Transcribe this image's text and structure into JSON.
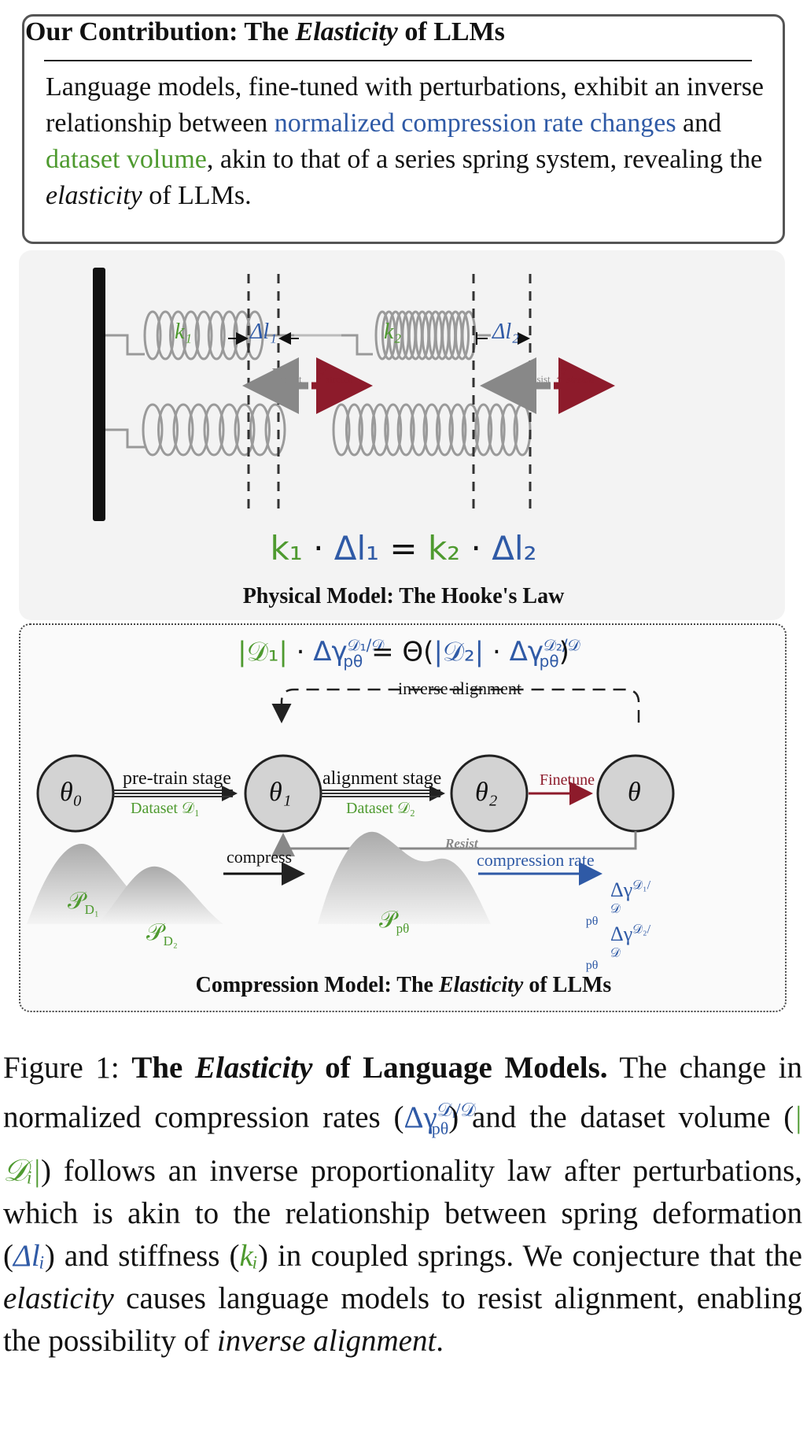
{
  "contribution": {
    "title_prefix": "Our Contribution: The ",
    "title_em": "Elasticity",
    "title_suffix": " of LLMs",
    "body_1": "Language models, fine-tuned with perturbations, exhibit an inverse relationship between ",
    "body_blue": "normalized compression rate changes",
    "body_2": " and ",
    "body_green": "dataset volume",
    "body_3": ", akin to that of a series spring system, revealing the ",
    "body_em": "elasticity",
    "body_4": " of LLMs.",
    "colors": {
      "blue": "#2f5aa6",
      "green": "#4e9a2f"
    }
  },
  "physical_model": {
    "label_k1": "k₁",
    "label_k2": "k₂",
    "label_dl1": "Δl₁",
    "label_dl2": "Δl₂",
    "f_resist": "F",
    "f_resist_sub": "resist",
    "f_stretch": "F",
    "f_stretch_sub": "stretch",
    "eq_k1": "k₁",
    "eq_dot": "·",
    "eq_dl1": "Δl₁",
    "eq_equals": "=",
    "eq_k2": "k₂",
    "eq_dl2": "Δl₂",
    "caption": "Physical Model: The Hooke's Law",
    "colors": {
      "stretch": "#8d1b2b",
      "resist": "#888888"
    }
  },
  "compression_model": {
    "eq_left": "|𝒟₁|",
    "eq_gamma1": "Δγ",
    "eq_sup1": "𝒟₁/𝒟",
    "eq_sub": "pθ",
    "eq_mid": "= Θ(",
    "eq_right": "|𝒟₂|",
    "eq_gamma2": "Δγ",
    "eq_sup2": "𝒟₂/𝒟",
    "eq_close": ")",
    "inverse_alignment": "inverse alignment",
    "theta0": "θ₀",
    "theta1": "θ₁",
    "theta2": "θ₂",
    "theta": "θ",
    "pretrain_stage": "pre-train stage",
    "dataset_1": "Dataset 𝒟₁",
    "alignment_stage": "alignment stage",
    "dataset_2": "Dataset 𝒟₂",
    "finetune": "Finetune",
    "resist": "Resist",
    "p_d1": "𝒫",
    "p_d1_sub": "D₁",
    "p_d2": "𝒫",
    "p_d2_sub": "D₂",
    "p_ptheta": "𝒫",
    "p_ptheta_sub": "pθ",
    "compress": "compress",
    "compression_rate": "compression rate",
    "gamma_1": "Δγ",
    "gamma_1_sup": "𝒟₁/𝒟",
    "gamma_sub": "pθ",
    "gamma_2": "Δγ",
    "gamma_2_sup": "𝒟₂/𝒟",
    "caption_prefix": "Compression Model: The ",
    "caption_em": "Elasticity",
    "caption_suffix": " of LLMs"
  },
  "figure_caption": {
    "label": "Figure 1: ",
    "bold_1": "The ",
    "bold_em": "Elasticity",
    "bold_2": " of Language Models.",
    "t1": " The change in normalized compression rates (",
    "gamma": "Δγ",
    "gamma_sup": "𝒟ᵢ/𝒟",
    "gamma_sub": "pθ",
    "t2": ") and the dataset volume (",
    "dvol": "|𝒟ᵢ|",
    "t3": ") follows an inverse proportionality law after perturbations, which is akin to the relationship between spring deformation (",
    "dl": "Δlᵢ",
    "t4": ") and stiffness (",
    "k": "kᵢ",
    "t5": ") in coupled springs. We conjecture that the ",
    "em1": "elasticity",
    "t6": " causes language models to resist alignment, enabling the possibility of ",
    "em2": "inverse alignment",
    "t7": "."
  }
}
